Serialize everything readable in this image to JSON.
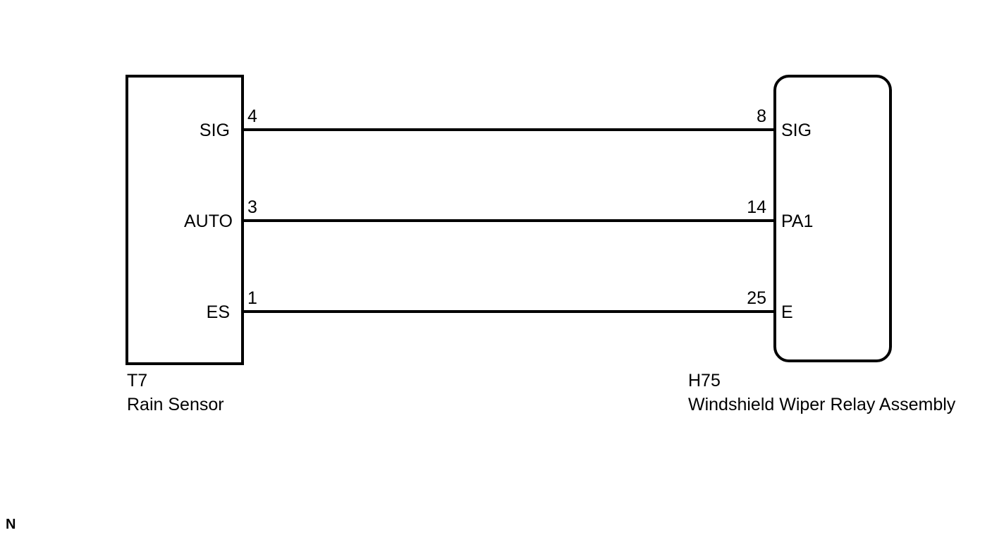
{
  "left_component": {
    "code": "T7",
    "name": "Rain Sensor",
    "terminals": [
      {
        "pin": "4",
        "label": "SIG"
      },
      {
        "pin": "3",
        "label": "AUTO"
      },
      {
        "pin": "1",
        "label": "ES"
      }
    ]
  },
  "right_component": {
    "code": "H75",
    "name": "Windshield Wiper Relay Assembly",
    "terminals": [
      {
        "pin": "8",
        "label": "SIG"
      },
      {
        "pin": "14",
        "label": "PA1"
      },
      {
        "pin": "25",
        "label": "E"
      }
    ]
  },
  "corner_mark": "N",
  "colors": {
    "line": "#000000",
    "background": "#ffffff"
  }
}
